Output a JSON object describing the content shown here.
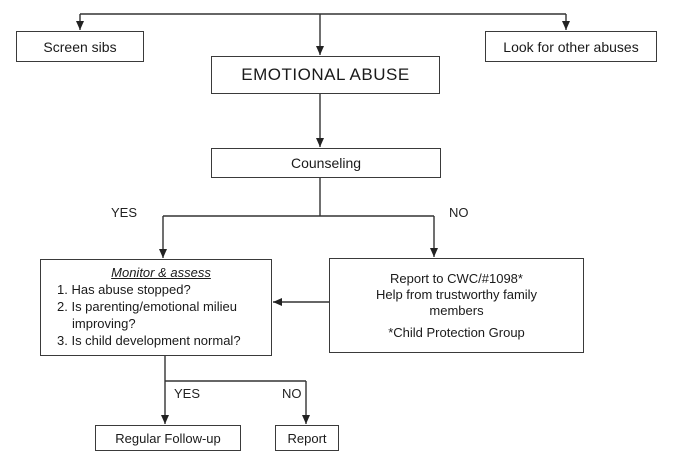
{
  "boxes": {
    "screen_sibs": "Screen sibs",
    "other_abuses": "Look for other abuses",
    "emotional_abuse": "EMOTIONAL ABUSE",
    "counseling": "Counseling",
    "monitor": {
      "title": "Monitor & assess",
      "items": [
        "1. Has abuse stopped?",
        "2. Is parenting/emotional milieu",
        "improving?",
        "3. Is child development normal?"
      ]
    },
    "report_block": {
      "lines": [
        "Report to CWC/#1098*",
        "Help from trustworthy family",
        "members"
      ],
      "footnote": "*Child Protection Group"
    },
    "regular_followup": "Regular Follow-up",
    "report": "Report"
  },
  "edge_labels": {
    "yes_top": "YES",
    "no_top": "NO",
    "yes_bottom": "YES",
    "no_bottom": "NO"
  }
}
